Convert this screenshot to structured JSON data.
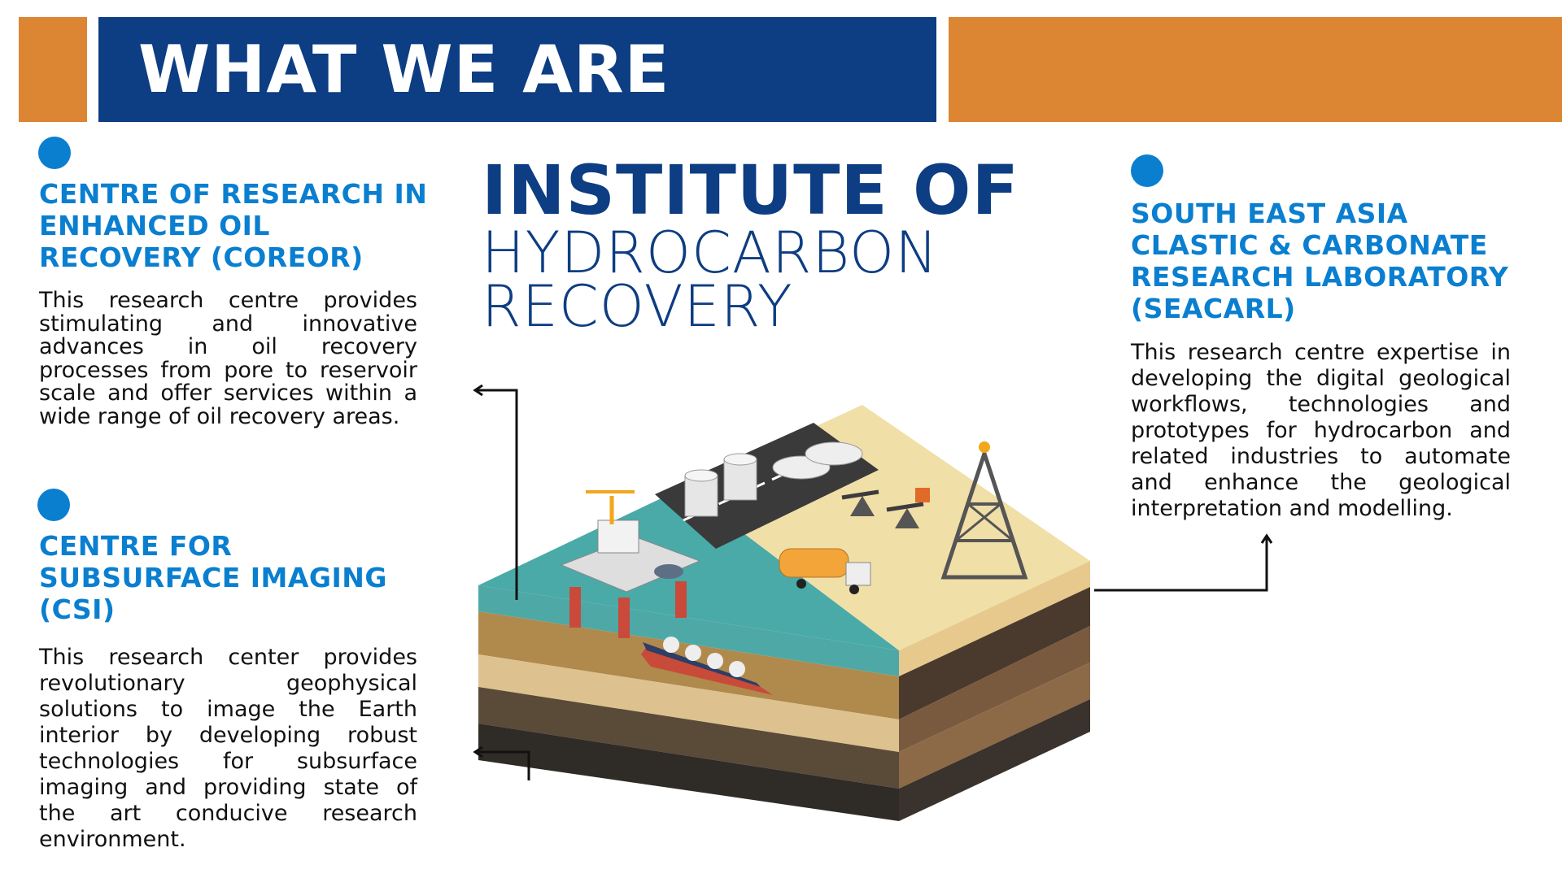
{
  "header": {
    "title": "WHAT WE ARE"
  },
  "colors": {
    "orange": "#dc8533",
    "navy": "#0d3d82",
    "blue": "#0a7fd0",
    "text": "#111111"
  },
  "institute": {
    "line1": "INSTITUTE OF",
    "line2": "HYDROCARBON",
    "line3": "RECOVERY"
  },
  "centres": [
    {
      "heading_lines": [
        "CENTRE OF RESEARCH IN",
        "ENHANCED OIL",
        "RECOVERY (COREOR)"
      ],
      "body": "This research centre provides stimulating and innovative advances in oil recovery processes from pore to reservoir scale and offer services within a wide range of oil recovery areas."
    },
    {
      "heading_lines": [
        "CENTRE FOR",
        "SUBSURFACE IMAGING",
        "(CSI)"
      ],
      "body": "This research center provides revolutionary geophysical solutions to image the Earth interior by developing robust technologies for subsurface imaging and providing state of the art conducive research environment."
    },
    {
      "heading_lines": [
        "SOUTH EAST ASIA",
        "CLASTIC & CARBONATE",
        "RESEARCH LABORATORY",
        "(SEACARL)"
      ],
      "body": "This research centre expertise in developing the digital geological workflows, technologies and prototypes for hydrocarbon and related industries to automate and enhance the geological interpretation and modelling."
    }
  ]
}
